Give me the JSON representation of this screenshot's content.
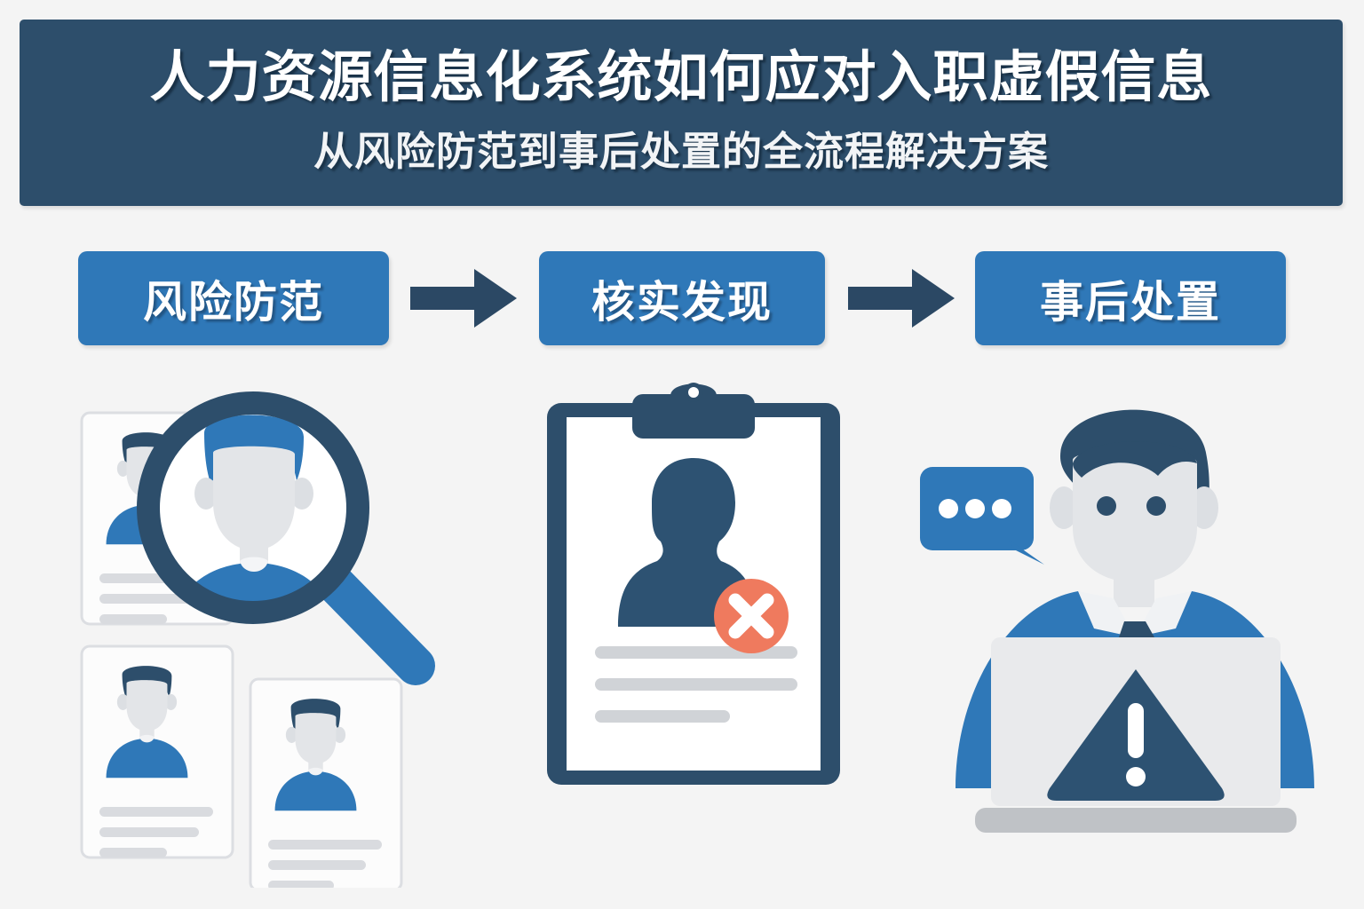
{
  "banner": {
    "title": "人力资源信息化系统如何应对入职虚假信息",
    "subtitle": "从风险防范到事后处置的全流程解决方案",
    "bg_color": "#2d4e6b",
    "text_color": "#ffffff"
  },
  "flow": {
    "steps": [
      {
        "id": "step-risk-prevention",
        "label": "风险防范"
      },
      {
        "id": "step-verification-discovery",
        "label": "核实发现"
      },
      {
        "id": "step-post-handling",
        "label": "事后处置"
      }
    ],
    "connectors": [
      {
        "icon": "arrow-right-icon",
        "color": "#2b4864"
      },
      {
        "icon": "arrow-right-icon",
        "color": "#2b4864"
      }
    ],
    "box_color": "#2f78b8",
    "label_color": "#ffffff"
  },
  "illustrations": {
    "left": {
      "name": "candidate-screening-illustration",
      "cards": [
        {
          "id": "id-card-1",
          "avatar": "person-avatar-icon",
          "text_lines": 3
        },
        {
          "id": "id-card-2",
          "avatar": "person-avatar-icon",
          "text_lines": 3
        },
        {
          "id": "id-card-3",
          "avatar": "person-avatar-icon",
          "text_lines": 3
        }
      ],
      "magnifier": {
        "icon": "magnifying-glass-icon",
        "ring_color": "#2d4e6b",
        "handle_color": "#2f78b8"
      },
      "magnified_avatar": "person-avatar-icon"
    },
    "center": {
      "name": "resume-rejected-illustration",
      "clipboard": {
        "icon": "clipboard-icon",
        "frame_color": "#2d4e6b",
        "page_color": "#ffffff",
        "text_lines": 3
      },
      "silhouette": {
        "icon": "person-silhouette-icon",
        "color": "#2d5272"
      },
      "badge": {
        "icon": "x-circle-icon",
        "color": "#ef7a5e",
        "mark_color": "#ffffff"
      }
    },
    "right": {
      "name": "hr-officer-alert-illustration",
      "person": {
        "icon": "person-at-laptop-icon",
        "hair_color": "#2d4e6b",
        "skin_color": "#e3e5e8",
        "shirt_color": "#2f78b8",
        "tie_color": "#2d4e6b"
      },
      "laptop": {
        "icon": "laptop-icon",
        "screen_color": "#e9eaec",
        "base_color": "#bfc2c6"
      },
      "warning": {
        "icon": "warning-triangle-icon",
        "color": "#2d5272",
        "mark_color": "#ffffff"
      },
      "chat_bubble": {
        "icon": "chat-bubble-dots-icon",
        "color": "#2f78b8",
        "dots": 3,
        "dot_color": "#ffffff"
      }
    }
  },
  "palette": {
    "background": "#f4f4f4",
    "navy": "#2d4e6b",
    "blue": "#2f78b8",
    "orange": "#ef7a5e",
    "grey_line": "#d3d6da",
    "skin": "#e3e5e8",
    "card": "#fcfcfc"
  }
}
